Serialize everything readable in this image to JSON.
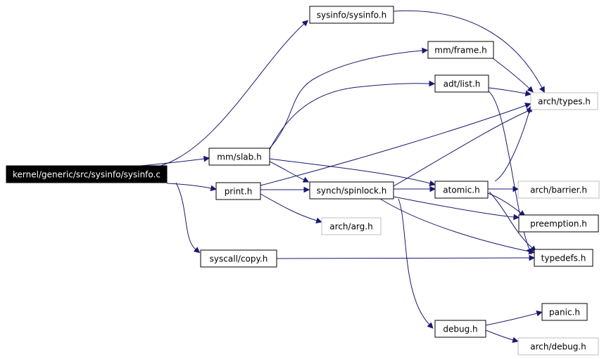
{
  "colors": {
    "edge": "#191970",
    "node_border": "#000000",
    "external_border": "#bfbfbf",
    "root_fill": "#000000",
    "root_text": "#ffffff"
  },
  "nodes": [
    {
      "id": "root",
      "label": "kernel/generic/src/sysinfo/sysinfo.c",
      "kind": "root"
    },
    {
      "id": "sysinfo_h",
      "label": "sysinfo/sysinfo.h",
      "kind": "documented"
    },
    {
      "id": "mm_frame",
      "label": "mm/frame.h",
      "kind": "documented"
    },
    {
      "id": "adt_list",
      "label": "adt/list.h",
      "kind": "documented"
    },
    {
      "id": "arch_types",
      "label": "arch/types.h",
      "kind": "external"
    },
    {
      "id": "mm_slab",
      "label": "mm/slab.h",
      "kind": "documented"
    },
    {
      "id": "print_h",
      "label": "print.h",
      "kind": "documented"
    },
    {
      "id": "spinlock",
      "label": "synch/spinlock.h",
      "kind": "documented"
    },
    {
      "id": "atomic",
      "label": "atomic.h",
      "kind": "documented"
    },
    {
      "id": "arch_barrier",
      "label": "arch/barrier.h",
      "kind": "external"
    },
    {
      "id": "arch_arg",
      "label": "arch/arg.h",
      "kind": "external"
    },
    {
      "id": "preemption",
      "label": "preemption.h",
      "kind": "documented"
    },
    {
      "id": "syscall_copy",
      "label": "syscall/copy.h",
      "kind": "documented"
    },
    {
      "id": "typedefs",
      "label": "typedefs.h",
      "kind": "documented"
    },
    {
      "id": "panic",
      "label": "panic.h",
      "kind": "documented"
    },
    {
      "id": "debug",
      "label": "debug.h",
      "kind": "documented"
    },
    {
      "id": "arch_debug",
      "label": "arch/debug.h",
      "kind": "external"
    }
  ],
  "edges": [
    {
      "from": "root",
      "to": "sysinfo_h"
    },
    {
      "from": "root",
      "to": "mm_slab"
    },
    {
      "from": "root",
      "to": "print_h"
    },
    {
      "from": "root",
      "to": "syscall_copy"
    },
    {
      "from": "sysinfo_h",
      "to": "arch_types"
    },
    {
      "from": "mm_frame",
      "to": "arch_types"
    },
    {
      "from": "adt_list",
      "to": "arch_types"
    },
    {
      "from": "adt_list",
      "to": "typedefs"
    },
    {
      "from": "mm_slab",
      "to": "mm_frame"
    },
    {
      "from": "mm_slab",
      "to": "adt_list"
    },
    {
      "from": "mm_slab",
      "to": "spinlock"
    },
    {
      "from": "mm_slab",
      "to": "atomic"
    },
    {
      "from": "print_h",
      "to": "arch_types"
    },
    {
      "from": "print_h",
      "to": "spinlock"
    },
    {
      "from": "print_h",
      "to": "arch_arg"
    },
    {
      "from": "spinlock",
      "to": "arch_types"
    },
    {
      "from": "spinlock",
      "to": "atomic"
    },
    {
      "from": "spinlock",
      "to": "preemption"
    },
    {
      "from": "spinlock",
      "to": "typedefs"
    },
    {
      "from": "spinlock",
      "to": "debug"
    },
    {
      "from": "atomic",
      "to": "arch_types"
    },
    {
      "from": "atomic",
      "to": "arch_barrier"
    },
    {
      "from": "atomic",
      "to": "preemption"
    },
    {
      "from": "atomic",
      "to": "typedefs"
    },
    {
      "from": "syscall_copy",
      "to": "typedefs"
    },
    {
      "from": "debug",
      "to": "panic"
    },
    {
      "from": "debug",
      "to": "arch_debug"
    }
  ]
}
